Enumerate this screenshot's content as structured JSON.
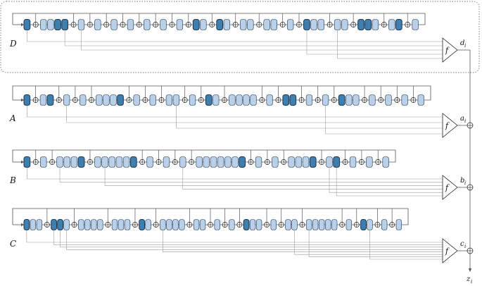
{
  "colors": {
    "dark": "#3f7fae",
    "light": "#b9d0e8",
    "line": "#555555",
    "wire": "#999999",
    "frame": "#777777"
  },
  "registers": [
    {
      "id": "D",
      "label": "D",
      "func": "f",
      "output": "d",
      "output_sub": "i",
      "pattern": "DxLLDDxLxLxLxLxLxLxLxDLxDLxLLxLLxLxDLLxLLxDDLxLDxL",
      "taps": [
        0,
        4,
        5,
        21,
        24,
        33,
        36,
        39,
        40,
        44,
        46
      ]
    },
    {
      "id": "A",
      "label": "A",
      "func": "f",
      "output": "a",
      "output_sub": "i",
      "pattern": "DxLDxLxLxLLLDxLxLxLLxLxDLxLLLLxLxDDxLxLxDLLxLxLxLxL",
      "taps": [
        0,
        3,
        12,
        24,
        34,
        35,
        40,
        41,
        42,
        47
      ]
    },
    {
      "id": "B",
      "label": "B",
      "func": "f",
      "output": "b",
      "output_sub": "i",
      "pattern": "DxLxLLLDxLLLLLDxLxLxLxLLLLLLDxLxLxLLLDxLDxLxLxL",
      "taps": [
        0,
        2,
        7,
        14,
        28,
        29,
        38,
        39,
        42
      ]
    },
    {
      "id": "C",
      "label": "C",
      "func": "f",
      "output": "c",
      "output_sub": "i",
      "pattern": "DLLxDDLxLLLLxLLLxDLxLLLLxLLxLxLxDLLxLxLLxLLLLLxLxDLxLxL",
      "taps": [
        0,
        3,
        4,
        5,
        15,
        28,
        29,
        36,
        43,
        44,
        46
      ]
    }
  ],
  "sum_output": "z",
  "sum_output_sub": "i"
}
